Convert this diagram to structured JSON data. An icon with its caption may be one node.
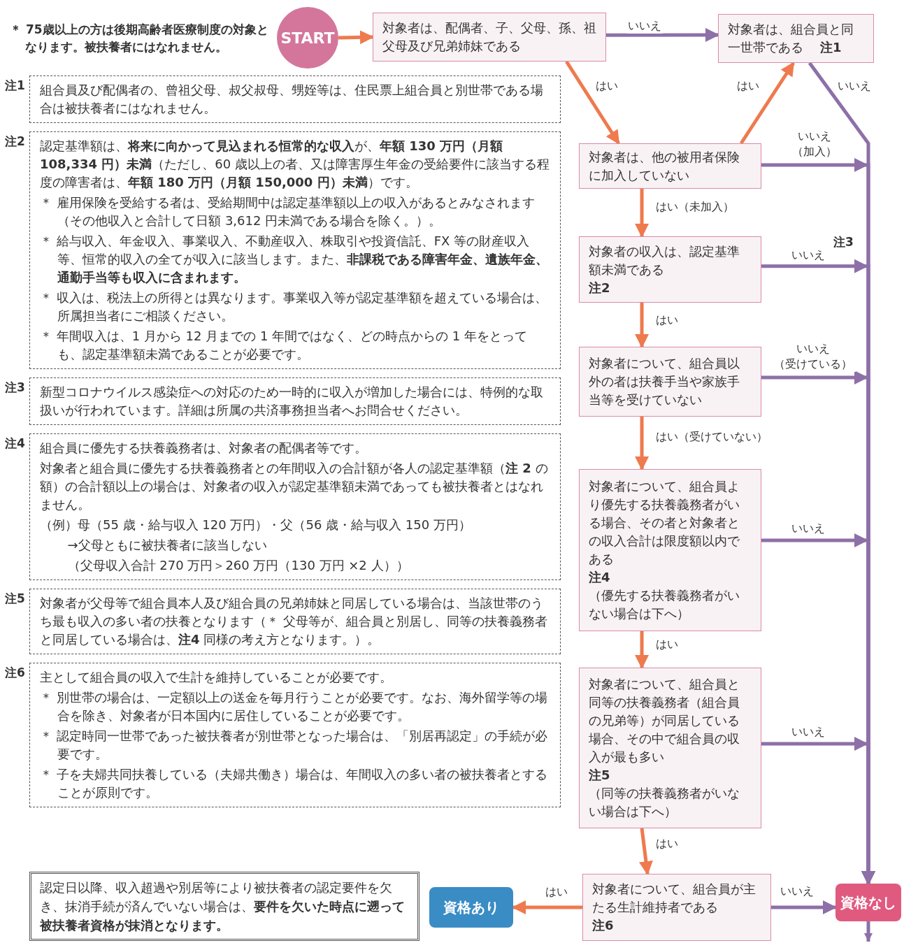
{
  "diagram": {
    "nodes": [
      {
        "text": [
          "START"
        ]
      },
      {
        "text": [
          "対象者は、配偶者、子、父母、孫、祖父母及び兄弟姉妹である"
        ]
      },
      {
        "text": [
          "対象者は、組合員と同一世帯である",
          "注1"
        ]
      },
      {
        "text": [
          "対象者は、他の被用者保険に加入していない"
        ]
      },
      {
        "text": [
          "対象者の収入は、認定基準額未満である",
          "注2"
        ]
      },
      {
        "text": [
          "対象者について、組合員以外の者は扶養手当や家族手当等を受けていない"
        ]
      },
      {
        "text": [
          "対象者について、組合員より優先する扶養義務者がいる場合、その者と対象者との収入合計は限度額以内である",
          "注4",
          "（優先する扶養義務者がいない場合は下へ）"
        ]
      },
      {
        "text": [
          "対象者について、組合員と同等の扶養義務者（組合員の兄弟等）が同居している場合、その中で組合員の収入が最も多い",
          "注5",
          "（同等の扶養義務者がいない場合は下へ）"
        ]
      },
      {
        "text": [
          "対象者について、組合員が主たる生計維持者である",
          "注6"
        ]
      },
      {
        "text": [
          "資格あり"
        ]
      },
      {
        "text": [
          "資格なし"
        ]
      },
      {
        "text": [
          "注1",
          "組合員及び配偶者の、曾祖父母、叔父叔母、甥姪等は、住民票上組合員と別世帯である場合は被扶養者にはなれません。"
        ]
      },
      {
        "text": [
          "注2",
          "認定基準額は、**将来に向かって見込まれる恒常的な収入**が、**年額 130 万円（月額 108,334 円）未満**（ただし、60 歳以上の者、又は障害厚生年金の受給要件に該当する程度の障害者は、**年額 180 万円（月額 150,000 円）未満**）です。",
          "＊ 雇用保険を受給する者は、受給期間中は認定基準額以上の収入があるとみなされます（その他収入と合計して日額 3,612 円未満である場合を除く。）。",
          "＊ 給与収入、年金収入、事業収入、不動産収入、株取引や投資信託、FX 等の財産収入等、恒常的収入の全てが収入に該当します。また、**非課税である障害年金、遺族年金、通勤手当等も収入に含まれます。**",
          "＊ 収入は、税法上の所得とは異なります。事業収入等が認定基準額を超えている場合は、所属担当者にご相談ください。",
          "＊ 年間収入は、1 月から 12 月までの 1 年間ではなく、どの時点からの 1 年をとっても、認定基準額未満であることが必要です。"
        ]
      },
      {
        "text": [
          "注3",
          "新型コロナウイルス感染症への対応のため一時的に収入が増加した場合には、特例的な取扱いが行われています。詳細は所属の共済事務担当者へお問合せください。"
        ]
      },
      {
        "text": [
          "注4",
          "組合員に優先する扶養義務者は、対象者の配偶者等です。",
          "対象者と組合員に優先する扶養義務者との年間収入の合計額が各人の認定基準額（**注 2** の額）の合計額以上の場合は、対象者の収入が認定基準額未満であっても被扶養者とはなれません。",
          "（例）母（55 歳・給与収入 120 万円）・父（56 歳・給与収入 150 万円）",
          "→父母ともに被扶養者に該当しない",
          "（父母収入合計 270 万円＞260 万円（130 万円 ×2 人））"
        ]
      },
      {
        "text": [
          "注5",
          "対象者が父母等で組合員本人及び組合員の兄弟姉妹と同居している場合は、当該世帯のうち最も収入の多い者の扶養となります（＊ 父母等が、組合員と別居し、同等の扶養義務者と同居している場合は、**注4** 同様の考え方となります。）。"
        ]
      },
      {
        "text": [
          "注6",
          "主として組合員の収入で生計を維持していることが必要です。",
          "＊ 別世帯の場合は、一定額以上の送金を毎月行うことが必要です。なお、海外留学等の場合を除き、対象者が日本国内に居住していることが必要です。",
          "＊ 認定時同一世帯であった被扶養者が別世帯となった場合は、「別居再認定」の手続が必要です。",
          "＊ 子を夫婦共同扶養している（夫婦共働き）場合は、年間収入の多い者の被扶養者とすることが原則です。"
        ]
      },
      {
        "text": [
          "認定日以降、収入超過や別居等により被扶養者の認定要件を欠き、抹消手続が済んでいない場合は、**要件を欠いた時点に遡って被扶養者資格が抹消となります。**"
        ]
      }
    ],
    "edges": [
      {
        "from": 0,
        "to": 1,
        "arrow": "to",
        "color": "#ee7a4e"
      },
      {
        "from": 1,
        "to": 2,
        "arrow": "to",
        "label": "いいえ",
        "color": "#8d70a8"
      },
      {
        "from": 1,
        "to": 3,
        "arrow": "to",
        "label": "はい",
        "color": "#ee7a4e"
      },
      {
        "from": 3,
        "to": 2,
        "arrow": "to",
        "label": "はい",
        "color": "#ee7a4e"
      },
      {
        "from": 2,
        "to": 10,
        "arrow": "to",
        "label": "いいえ",
        "color": "#8d70a8"
      },
      {
        "from": 3,
        "to": 10,
        "arrow": "to",
        "label": "いいえ（加入）",
        "color": "#8d70a8"
      },
      {
        "from": 4,
        "to": 10,
        "arrow": "to",
        "label": "いいえ",
        "color": "#8d70a8"
      },
      {
        "from": 5,
        "to": 10,
        "arrow": "to",
        "label": "いいえ（受けている）",
        "color": "#8d70a8"
      },
      {
        "from": 6,
        "to": 10,
        "arrow": "to",
        "label": "いいえ",
        "color": "#8d70a8"
      },
      {
        "from": 7,
        "to": 10,
        "arrow": "to",
        "label": "いいえ",
        "color": "#8d70a8"
      },
      {
        "from": 8,
        "to": 10,
        "arrow": "to",
        "label": "いいえ",
        "color": "#8d70a8"
      },
      {
        "from": 8,
        "to": 9,
        "arrow": "to",
        "label": "はい",
        "color": "#ee7a4e"
      },
      {
        "from": 3,
        "to": 4,
        "arrow": "to",
        "label": "はい（未加入）",
        "color": "#ee7a4e"
      },
      {
        "from": 4,
        "to": 5,
        "arrow": "to",
        "label": "はい",
        "color": "#ee7a4e"
      },
      {
        "from": 5,
        "to": 6,
        "arrow": "to",
        "label": "はい（受けていない）",
        "color": "#ee7a4e"
      },
      {
        "from": 6,
        "to": 7,
        "arrow": "to",
        "label": "はい",
        "color": "#ee7a4e"
      },
      {
        "from": 7,
        "to": 8,
        "arrow": "to",
        "label": "はい",
        "color": "#ee7a4e"
      },
      {
        "from": 10,
        "to": null,
        "arrow": "to",
        "color": "#8d70a8"
      }
    ],
    "labels": [
      "＊ 75歳以上の方は後期高齢者医療制度の対象となります。被扶養者にはなれません。",
      "注3"
    ]
  }
}
